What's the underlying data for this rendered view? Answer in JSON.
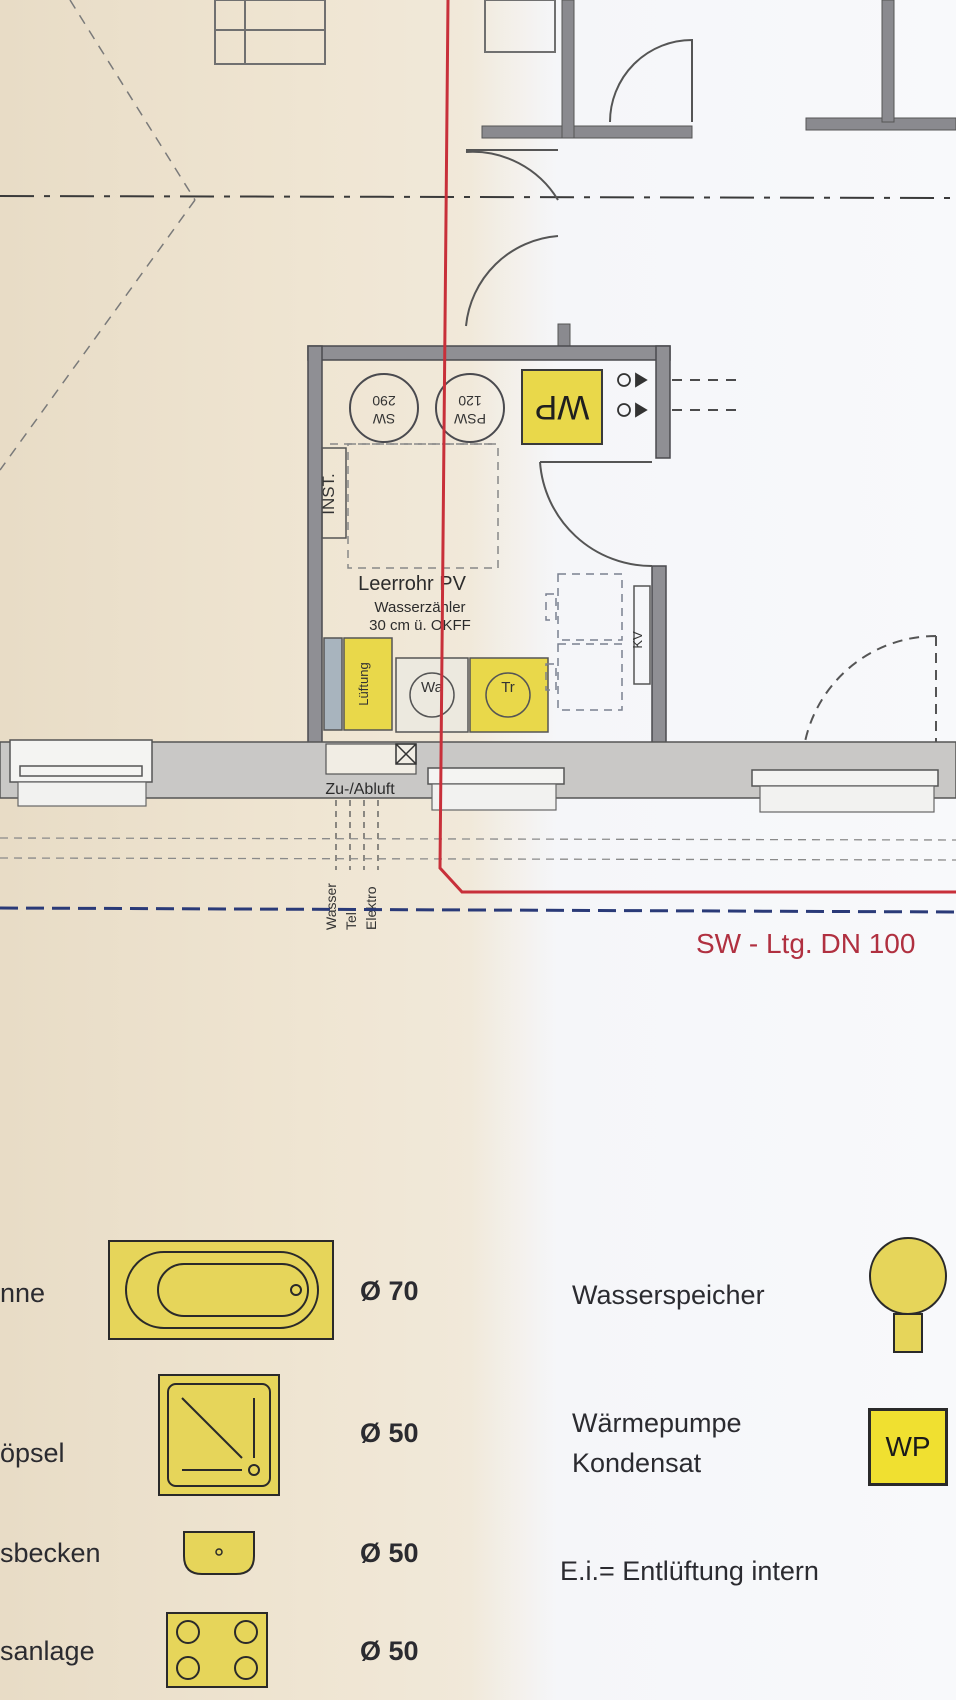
{
  "plan": {
    "labels": {
      "sw_tank_top": "SW",
      "sw_tank_bottom": "290",
      "psw_tank_top": "PSW",
      "psw_tank_bottom": "120",
      "wp": "WP",
      "inst": "INST.",
      "conduit": "Leerrohr PV",
      "meter_line1": "Wasserzähler",
      "meter_line2": "30 cm ü. OKFF",
      "vent": "Lüftung",
      "wa": "Wa",
      "tr": "Tr",
      "kv": "KV",
      "zu_abluft": "Zu-/Abluft",
      "wasser": "Wasser",
      "tel": "Tel",
      "elektro": "Elektro",
      "sw_pipe": "SW - Ltg. DN 100"
    }
  },
  "legend": {
    "rows": [
      {
        "label": "nne",
        "diameter": "Ø 70",
        "icon": "bathtub-icon"
      },
      {
        "label": "öpsel",
        "diameter": "Ø 50",
        "icon": "shower-tray-icon"
      },
      {
        "label": "sbecken",
        "diameter": "Ø 50",
        "icon": "washbasin-icon"
      },
      {
        "label": "sanlage",
        "diameter": "Ø 50",
        "icon": "cooktop-icon"
      }
    ],
    "right": {
      "storage_label": "Wasserspeicher",
      "heatpump_line1": "Wärmepumpe",
      "heatpump_line2": "Kondensat",
      "heatpump_symbol": "WP",
      "ei_note": "E.i.= Entlüftung intern"
    }
  },
  "colors": {
    "fixture_yellow": "#e9d84a",
    "red_boundary": "#c8303a",
    "blue_line": "#2a3a78",
    "wall_gray": "#6f6f74"
  }
}
